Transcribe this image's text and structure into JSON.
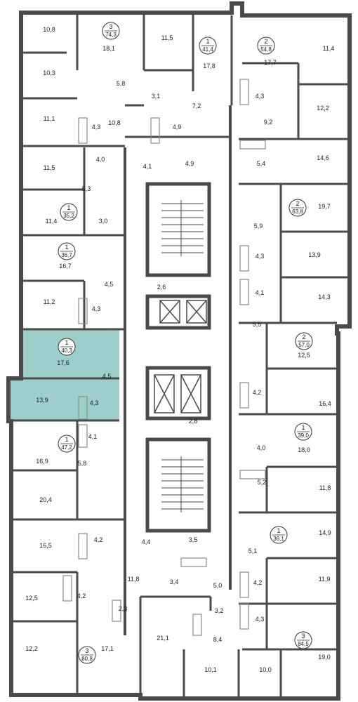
{
  "colors": {
    "wall": "#4a4a4a",
    "highlight": "#9ccfcb",
    "background": "#ffffff",
    "fixture": "#8a8a8a"
  },
  "apartments": [
    {
      "id": "a74",
      "rooms": "3",
      "area": "74,3"
    },
    {
      "id": "a41",
      "rooms": "1",
      "area": "41,4"
    },
    {
      "id": "a54",
      "rooms": "2",
      "area": "54,8"
    },
    {
      "id": "a35",
      "rooms": "1",
      "area": "35,2"
    },
    {
      "id": "a63",
      "rooms": "2",
      "area": "63,8"
    },
    {
      "id": "a36",
      "rooms": "1",
      "area": "36,7"
    },
    {
      "id": "a40",
      "rooms": "1",
      "area": "40,3"
    },
    {
      "id": "a57",
      "rooms": "2",
      "area": "57,0"
    },
    {
      "id": "a47",
      "rooms": "1",
      "area": "47,2"
    },
    {
      "id": "a39",
      "rooms": "1",
      "area": "39,0"
    },
    {
      "id": "a361",
      "rooms": "1",
      "area": "36,1"
    },
    {
      "id": "a84",
      "rooms": "3",
      "area": "84,5"
    },
    {
      "id": "a80",
      "rooms": "3",
      "area": "80,8"
    }
  ],
  "room_areas": [
    "10,8",
    "18,1",
    "11,5",
    "17,8",
    "17,7",
    "11,4",
    "10,3",
    "5,8",
    "3,1",
    "12,2",
    "11,1",
    "10,8",
    "4,3",
    "4,9",
    "7,2",
    "4,3",
    "9,2",
    "4,0",
    "11,5",
    "4,1",
    "4,9",
    "5,4",
    "14,6",
    "5,3",
    "19,7",
    "11,4",
    "3,0",
    "5,9",
    "16,7",
    "13,9",
    "4,5",
    "2,6",
    "4,3",
    "11,2",
    "4,3",
    "4,1",
    "14,3",
    "5,5",
    "17,6",
    "4,5",
    "12,5",
    "13,9",
    "4,3",
    "16,4",
    "4,2",
    "4,1",
    "2,8",
    "4,0",
    "18,0",
    "16,9",
    "5,8",
    "5,2",
    "11,8",
    "20,4",
    "4,2",
    "4,4",
    "3,5",
    "14,9",
    "16,5",
    "5,1",
    "11,8",
    "3,4",
    "5,0",
    "4,2",
    "11,9",
    "12,5",
    "4,2",
    "2,3",
    "3,2",
    "4,3",
    "21,1",
    "8,4",
    "12,2",
    "17,1",
    "10,1",
    "10,0",
    "19,0"
  ]
}
